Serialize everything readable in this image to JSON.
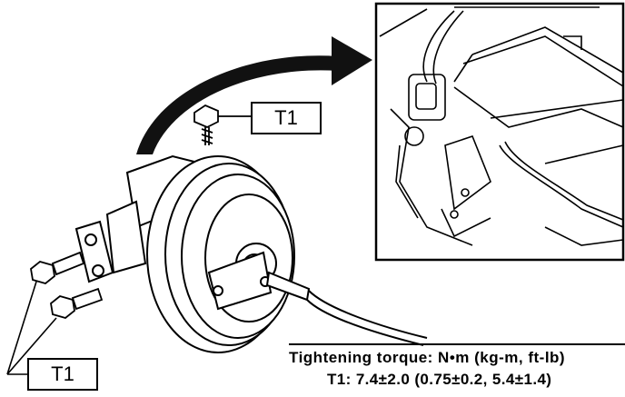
{
  "callouts": {
    "top_label": "T1",
    "bottom_label": "T1"
  },
  "torque_spec": {
    "heading": "Tightening torque: N•m (kg-m, ft-lb)",
    "value_line": "T1: 7.4±2.0 (0.75±0.2, 5.4±1.4)"
  }
}
